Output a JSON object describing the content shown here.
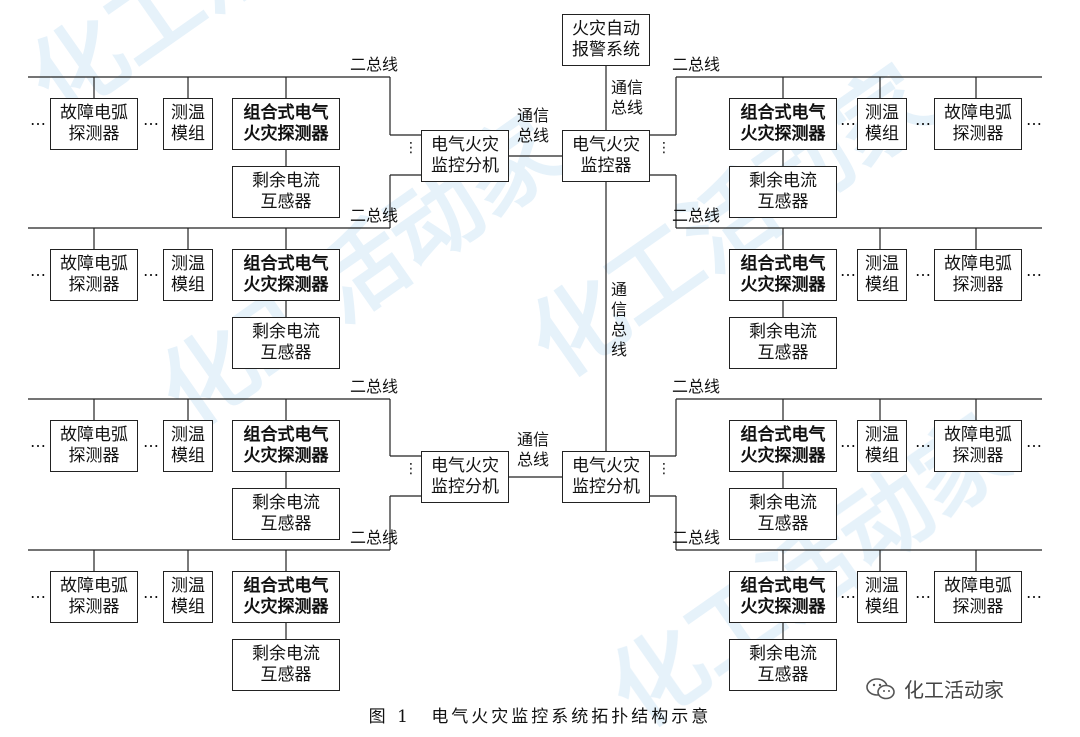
{
  "labels": {
    "fire_alarm_system": [
      "火灾自动",
      "报警系统"
    ],
    "monitor_main": [
      "电气火灾",
      "监控器"
    ],
    "monitor_branch": [
      "电气火灾",
      "监控分机"
    ],
    "combo_detector": [
      "组合式电气",
      "火灾探测器"
    ],
    "temp_module": [
      "测温",
      "模组"
    ],
    "arc_detector": [
      "故障电弧",
      "探测器"
    ],
    "residual_transformer": [
      "剩余电流",
      "互感器"
    ],
    "two_bus": "二总线",
    "comm_bus": [
      "通信",
      "总线"
    ],
    "comm_bus_vertical": [
      "通",
      "信",
      "总",
      "线"
    ],
    "ellipsis": "…",
    "vdots": "⋮"
  },
  "caption": {
    "figure_no": "图 1",
    "title": "电气火灾监控系统拓扑结构示意"
  },
  "watermark": {
    "brand": "化工活动家",
    "icon": "wechat-icon"
  },
  "colors": {
    "line": "#222222",
    "watermark": "#cde4f5"
  }
}
